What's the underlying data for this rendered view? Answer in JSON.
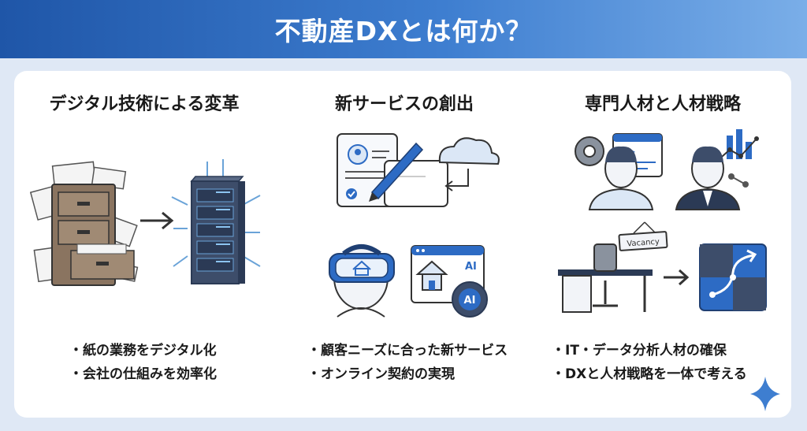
{
  "header": {
    "title": "不動産DXとは何か？"
  },
  "columns": [
    {
      "title": "デジタル技術による変革",
      "bullets": [
        "紙の業務をデジタル化",
        "会社の仕組みを効率化"
      ]
    },
    {
      "title": "新サービスの創出",
      "bullets": [
        "顧客ニーズに合った新サービス",
        "オンライン契約の実現"
      ]
    },
    {
      "title": "専門人材と人材戦略",
      "bullets": [
        "IT・データ分析人材の確保",
        "DXと人材戦略を一体で考える"
      ]
    }
  ],
  "illustrations": {
    "ai_badge": "AI",
    "ai_window_label": "AI",
    "code_tag": "</>",
    "vacancy_sign": "Vacancy"
  },
  "colors": {
    "header_start": "#1f56a8",
    "header_end": "#7aaee8",
    "accent_blue": "#2d6bc4",
    "dark_navy": "#2b3a55",
    "cabinet_brown": "#8a7460"
  }
}
